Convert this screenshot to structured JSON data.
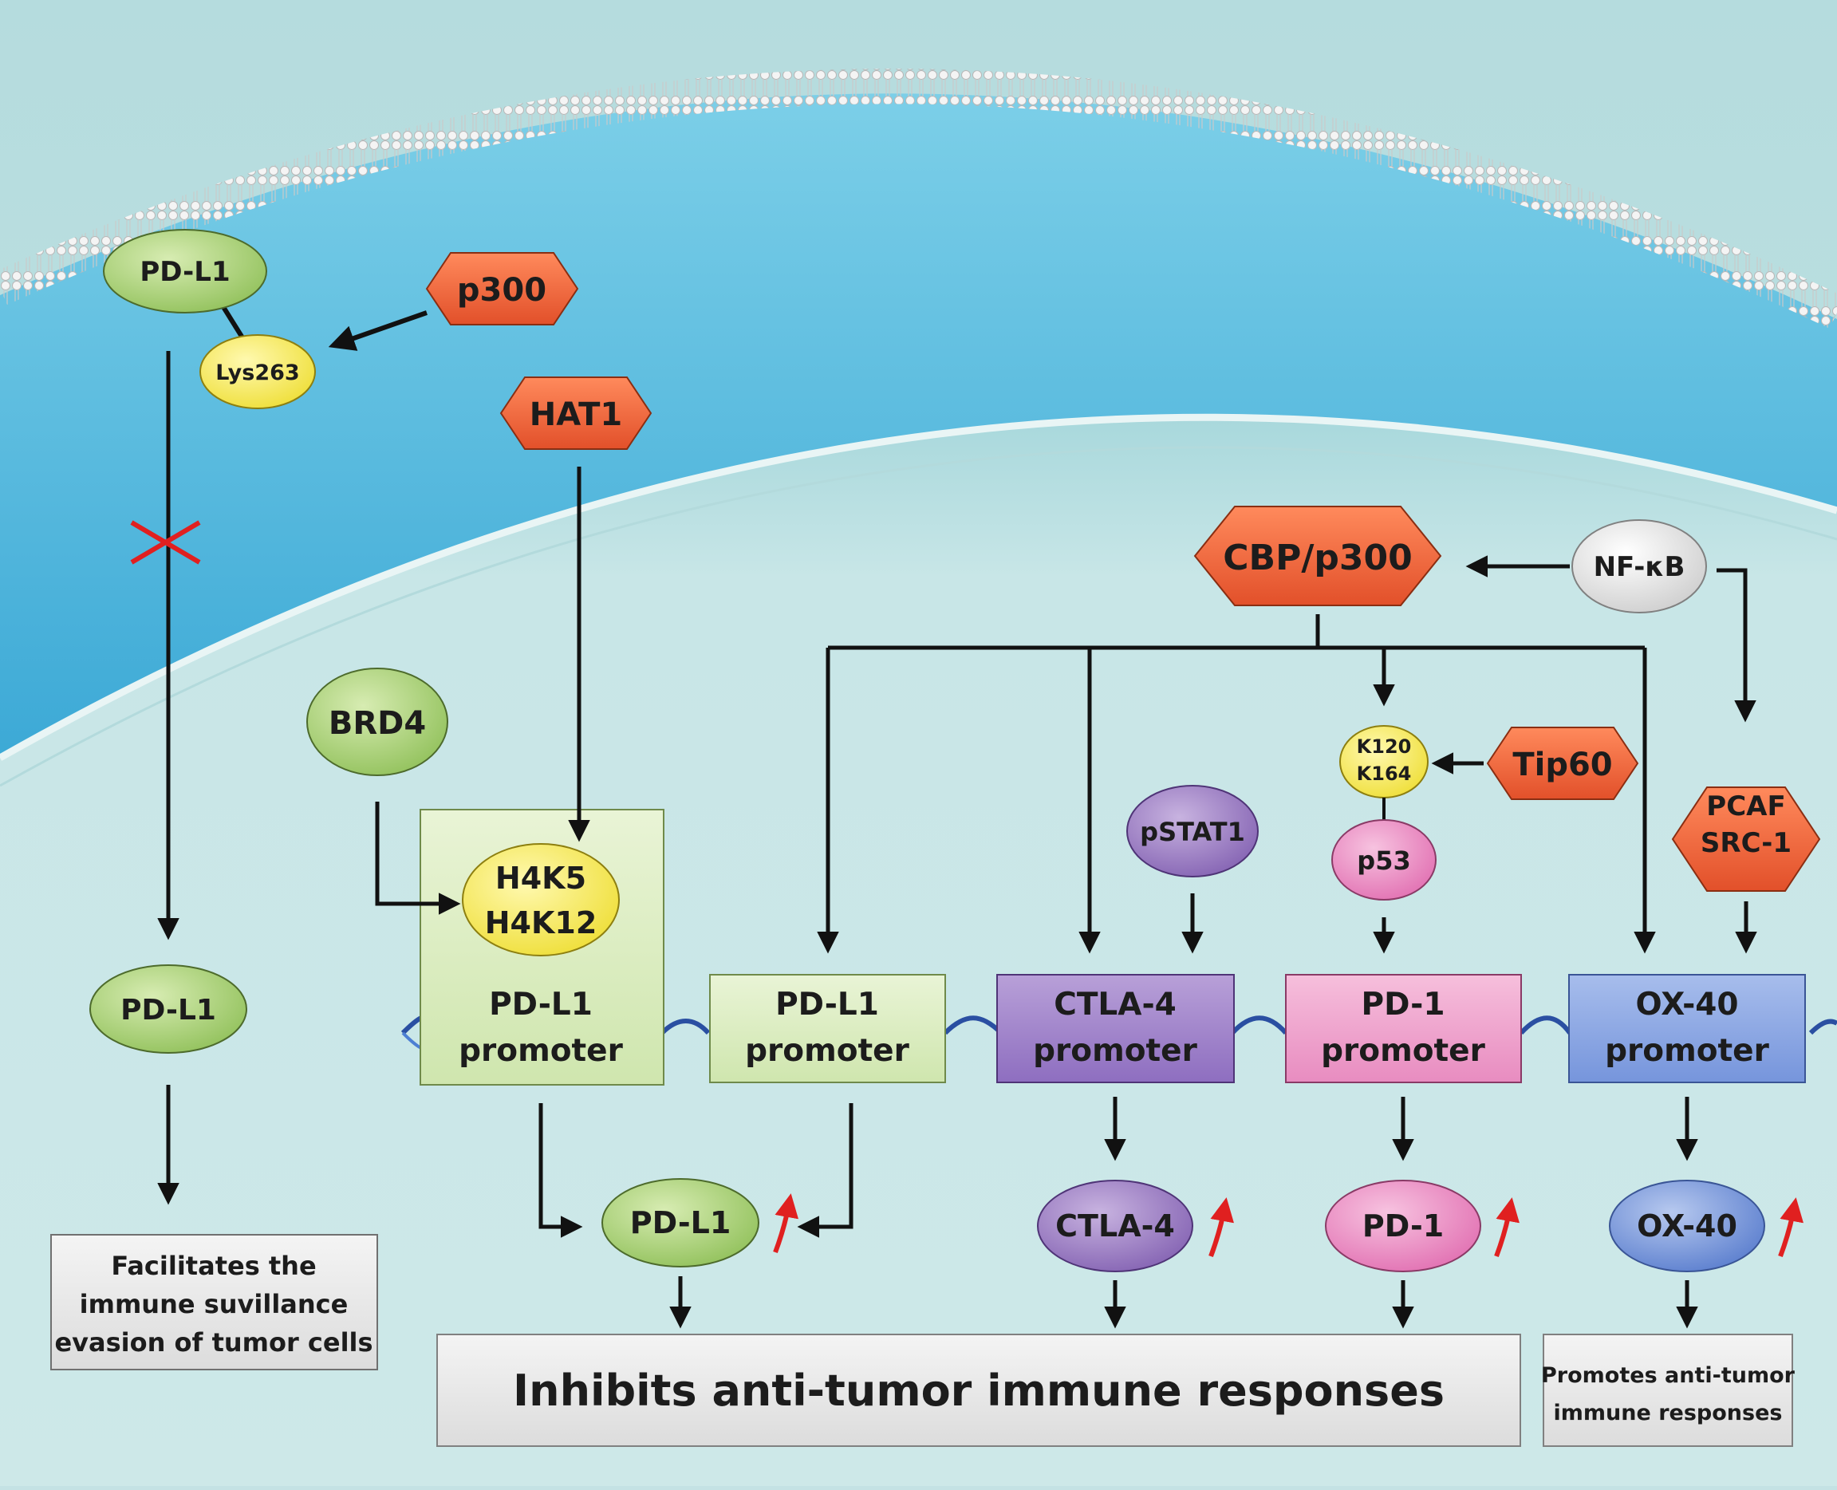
{
  "colors": {
    "background": "#c4e2e4",
    "cytoplasm": "#5cc0e4",
    "nucleus": "#c9e6e6",
    "green": "#a8cf78",
    "yellow": "#f5ea5e",
    "orange": "#f26a3a",
    "purple": "#9a7cc0",
    "pink": "#ec8cc3",
    "blue": "#6f8fd6",
    "gray": "#e0e0e0",
    "red_marks": "#e02020"
  },
  "membrane": {
    "pdl1": "PD-L1",
    "lys263": "Lys263",
    "p300": "p300",
    "hat1": "HAT1"
  },
  "left_path": {
    "pdl1": "PD-L1",
    "outcome": [
      "Facilitates the",
      "immune suvillance",
      "evasion of tumor cells"
    ]
  },
  "nucleus": {
    "brd4": "BRD4",
    "histone": [
      "H4K5",
      "H4K12"
    ],
    "cbp": "CBP/p300",
    "nfkb": "NF-κB",
    "tip60": "Tip60",
    "k_sites": [
      "K120",
      "K164"
    ],
    "p53": "p53",
    "pstat1": "pSTAT1",
    "pcaf": [
      "PCAF",
      "SRC-1"
    ]
  },
  "promoters": [
    {
      "lines": [
        "PD-L1",
        "promoter"
      ],
      "type": "pdl1_main"
    },
    {
      "lines": [
        "PD-L1",
        "promoter"
      ],
      "type": "pdl1"
    },
    {
      "lines": [
        "CTLA-4",
        "promoter"
      ],
      "type": "ctla4"
    },
    {
      "lines": [
        "PD-1",
        "promoter"
      ],
      "type": "pd1"
    },
    {
      "lines": [
        "OX-40",
        "promoter"
      ],
      "type": "ox40"
    }
  ],
  "products": {
    "pdl1": "PD-L1",
    "ctla4": "CTLA-4",
    "pd1": "PD-1",
    "ox40": "OX-40"
  },
  "outcomes": {
    "inhibits": "Inhibits anti-tumor immune responses",
    "promotes": [
      "Promotes anti-tumor",
      "immune responses"
    ]
  }
}
